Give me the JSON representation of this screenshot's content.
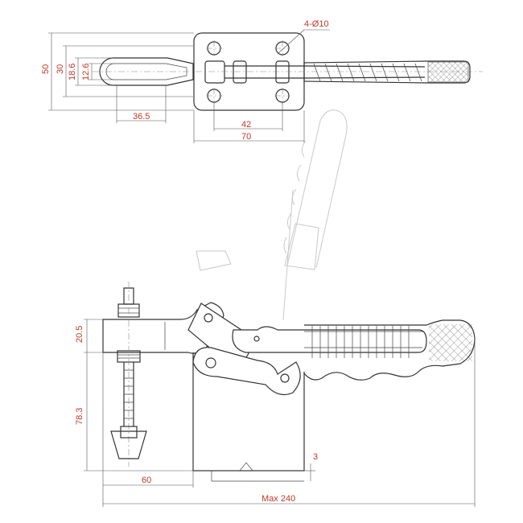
{
  "dimensions": {
    "hole_spec": "4-Ø10",
    "height_50": "50",
    "height_30": "30",
    "height_18_6": "18.6",
    "height_12_6": "12.6",
    "len_36_5": "36.5",
    "hole_spacing_42": "42",
    "base_width_70": "70",
    "spindle_offset_20_5": "20.5",
    "spindle_height_78_3": "78.3",
    "reach_60": "60",
    "max_length": "Max 240",
    "base_offset_3": "3"
  },
  "colors": {
    "line": "#333333",
    "dimension_text": "#c0392b",
    "ghost_line": "#c9c9c9"
  }
}
